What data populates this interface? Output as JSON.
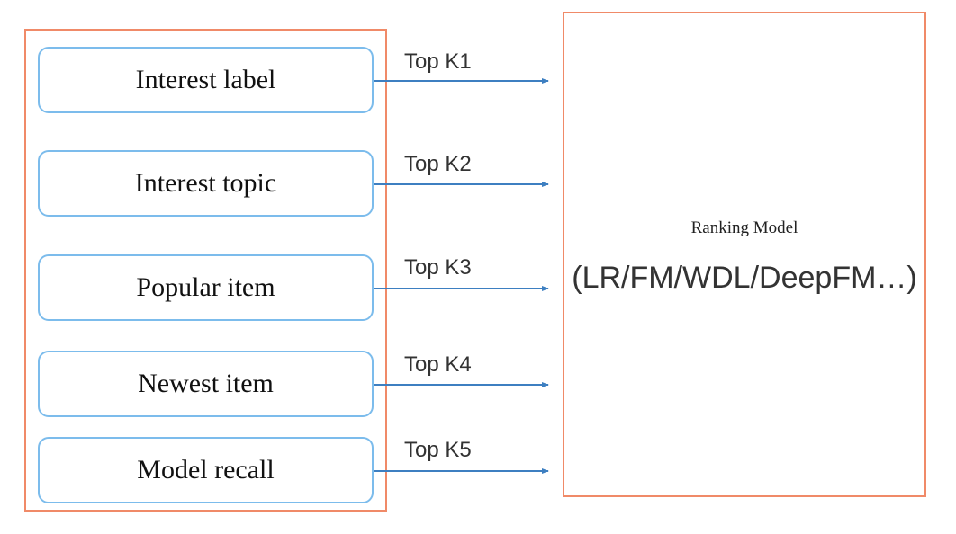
{
  "recall_sources": [
    {
      "label": "Interest label",
      "top_k": "Top K1"
    },
    {
      "label": "Interest topic",
      "top_k": "Top K2"
    },
    {
      "label": "Popular item",
      "top_k": "Top K3"
    },
    {
      "label": "Newest item",
      "top_k": "Top K4"
    },
    {
      "label": "Model recall",
      "top_k": "Top K5"
    }
  ],
  "ranking_model": {
    "title": "Ranking Model",
    "models": "(LR/FM/WDL/DeepFM…)"
  },
  "colors": {
    "frame_border": "#f08a68",
    "box_border": "#7cbcec",
    "arrow": "#3d7fc1"
  }
}
